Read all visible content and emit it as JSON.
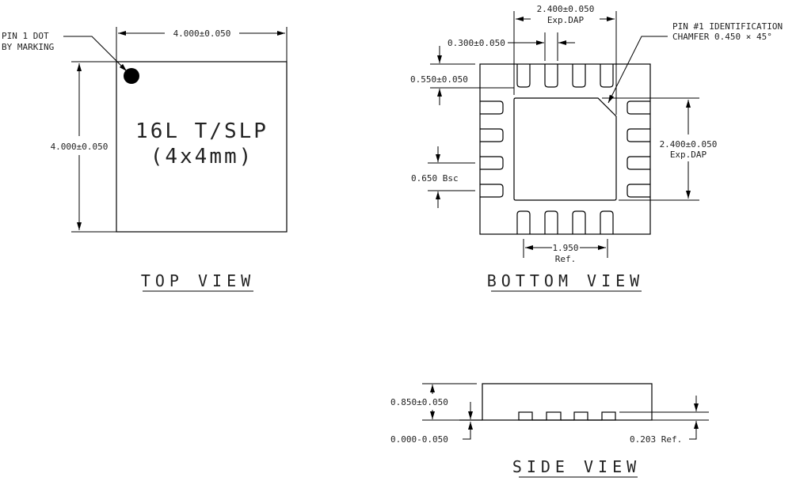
{
  "top_view": {
    "title": "TOP VIEW",
    "marking_line1": "16L T/SLP",
    "marking_line2": "(4x4mm)",
    "width_dim": "4.000±0.050",
    "height_dim": "4.000±0.050",
    "pin1_note_line1": "PIN 1 DOT",
    "pin1_note_line2": "BY MARKING"
  },
  "bottom_view": {
    "title": "BOTTOM VIEW",
    "dap_width_dim": "2.400±0.050",
    "dap_width_sub": "Exp.DAP",
    "lead_width_dim": "0.300±0.050",
    "lead_length_dim": "0.550±0.050",
    "pitch_dim": "0.650 Bsc",
    "dap_height_dim": "2.400±0.050",
    "dap_height_sub": "Exp.DAP",
    "span_dim": "1.950",
    "span_sub": "Ref.",
    "chamfer_note_line1": "PIN #1 IDENTIFICATION",
    "chamfer_note_line2": "CHAMFER 0.450 × 45°",
    "pads_per_side": 4
  },
  "side_view": {
    "title": "SIDE VIEW",
    "height_dim": "0.850±0.050",
    "standoff_dim": "0.000-0.050",
    "lead_thickness_dim": "0.203 Ref."
  }
}
